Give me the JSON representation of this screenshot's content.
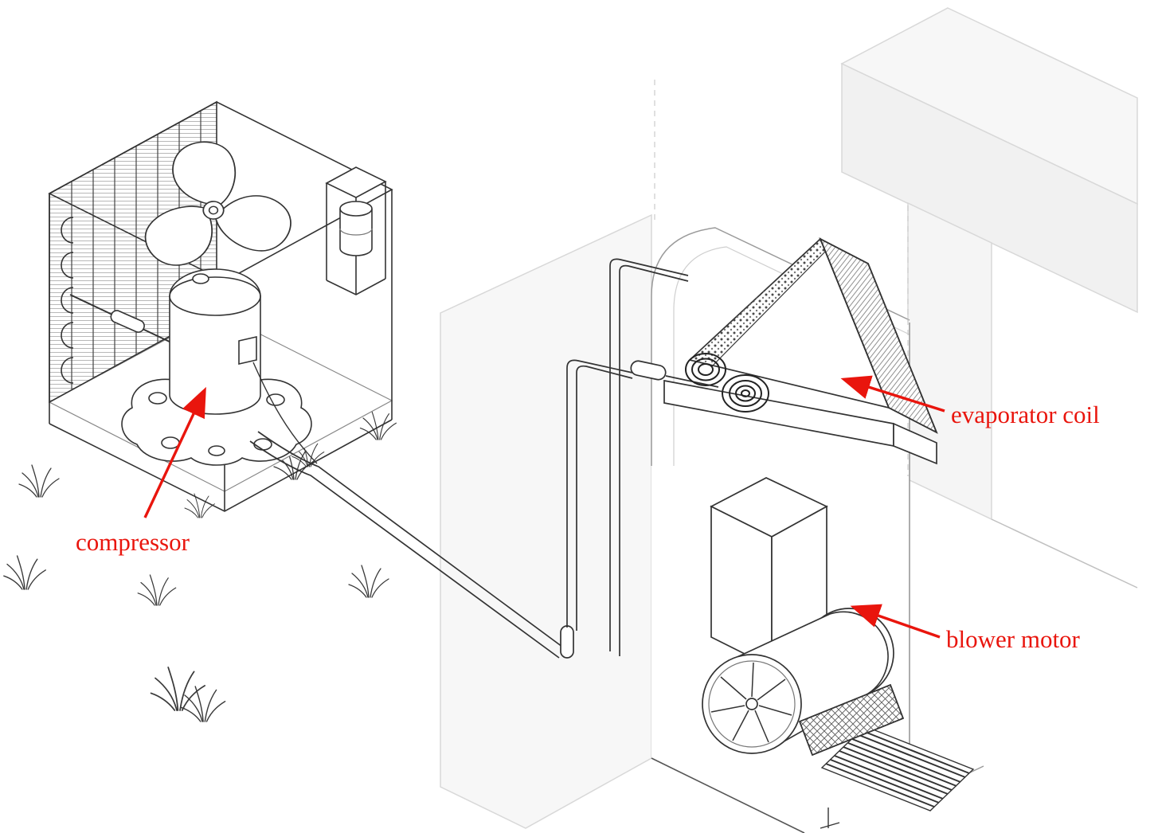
{
  "diagram": {
    "labels": {
      "compressor": "compressor",
      "evaporator_coil": "evaporator coil",
      "blower_motor": "blower motor"
    },
    "colors": {
      "label_and_arrow": "#e9150d",
      "linework": "#333333",
      "wall_fill": "#f7f7f7"
    }
  }
}
